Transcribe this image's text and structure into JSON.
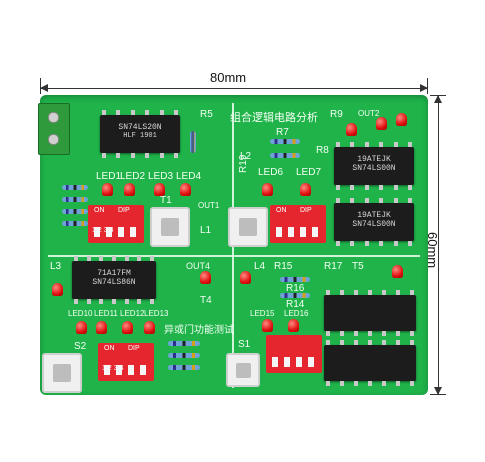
{
  "dimensions": {
    "width_label": "80mm",
    "height_label": "60mm"
  },
  "board": {
    "title": "组合逻辑电路分析",
    "section_label": "异或门功能测试"
  },
  "chips": [
    {
      "id": "u1",
      "line1": "SN74LS20N",
      "line2": "HLF 1901"
    },
    {
      "id": "u2",
      "line1": "19ATEJK",
      "line2": "SN74LS00N"
    },
    {
      "id": "u3",
      "line1": "19ATEJK",
      "line2": "SN74LS00N"
    },
    {
      "id": "u4",
      "line1": "71A17FM",
      "line2": "SN74LS86N"
    },
    {
      "id": "u5",
      "line1": "",
      "line2": ""
    },
    {
      "id": "u6",
      "line1": "",
      "line2": ""
    }
  ],
  "silk_labels": {
    "r5": "R5",
    "l2": "L2",
    "r7": "R7",
    "r8": "R8",
    "r9": "R9",
    "r19": "R19",
    "led1": "LED1",
    "led2": "LED2",
    "led3": "LED3",
    "led4": "LED4",
    "led6": "LED6",
    "led7": "LED7",
    "out1": "OUT1",
    "out2": "OUT2",
    "l1": "L1",
    "l3": "L3",
    "l4": "L4",
    "out4": "OUT4",
    "t4": "T4",
    "r15": "R15",
    "r16": "R16",
    "r17": "R17",
    "t5": "T5",
    "r14": "R14",
    "led10": "LED10",
    "led11": "LED11",
    "led12": "LED12",
    "led13": "LED13",
    "led15": "LED15",
    "led16": "LED16",
    "s2": "S2",
    "s1": "S1",
    "t1": "T1"
  },
  "dip": {
    "on": "ON",
    "dip": "DIP",
    "n1": "1",
    "n2": "2",
    "n3": "3",
    "n4": "4"
  }
}
